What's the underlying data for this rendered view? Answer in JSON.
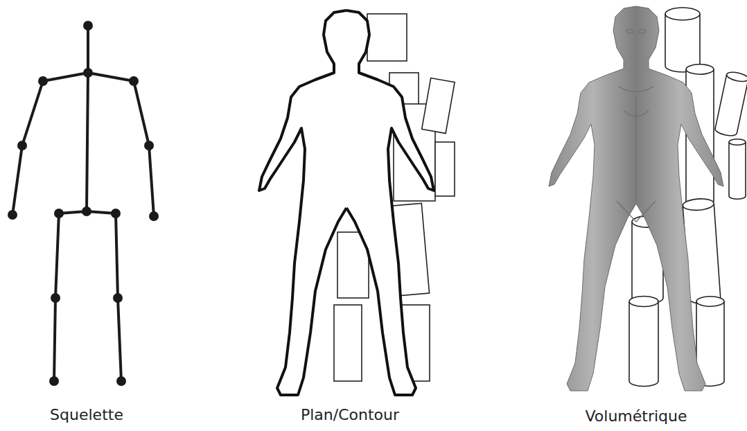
{
  "diagram": {
    "labels": [
      "Squelette",
      "Plan/Contour",
      "Volumétrique"
    ]
  }
}
